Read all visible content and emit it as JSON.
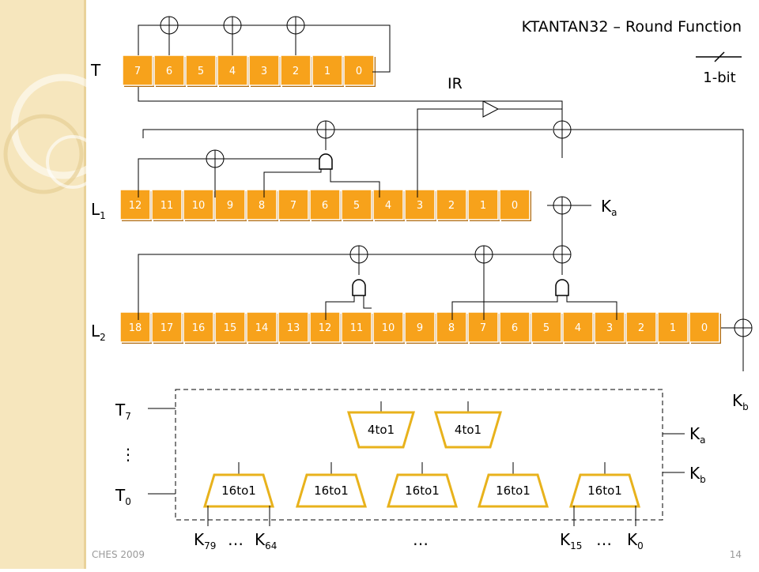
{
  "title": "KTANTAN32 – Round Function",
  "legend_label": "1-bit",
  "ir_label": "IR",
  "register_labels": {
    "t": "T",
    "l1_main": "L",
    "l1_sub": "1",
    "l2_main": "L",
    "l2_sub": "2"
  },
  "registers": {
    "T": [
      "7",
      "6",
      "5",
      "4",
      "3",
      "2",
      "1",
      "0"
    ],
    "L1": [
      "12",
      "11",
      "10",
      "9",
      "8",
      "7",
      "6",
      "5",
      "4",
      "3",
      "2",
      "1",
      "0"
    ],
    "L2": [
      "18",
      "17",
      "16",
      "15",
      "14",
      "13",
      "12",
      "11",
      "10",
      "9",
      "8",
      "7",
      "6",
      "5",
      "4",
      "3",
      "2",
      "1",
      "0"
    ]
  },
  "key_labels": {
    "ka_main": "K",
    "ka_sub": "a",
    "kb_main": "K",
    "kb_sub": "b"
  },
  "mux": {
    "t7_main": "T",
    "t7_sub": "7",
    "vdots": "⋮",
    "t0_main": "T",
    "t0_sub": "0",
    "ka_main": "K",
    "ka_sub": "a",
    "kb_main": "K",
    "kb_sub": "b",
    "mux4_label": "4to1",
    "mux16_label": "16to1",
    "k79_main": "K",
    "k79_sub": "79",
    "k64_main": "K",
    "k64_sub": "64",
    "ellipsis": "…",
    "k15_main": "K",
    "k15_sub": "15",
    "k0_main": "K",
    "k0_sub": "0"
  },
  "footer": {
    "left": "CHES 2009",
    "page": "14"
  },
  "colors": {
    "cell_fill": "#f7a21b",
    "cell_shadow": "#b06a0c",
    "mux_border": "#e8b21c",
    "sidebar": "#f6e6bd",
    "line": "#000000"
  }
}
